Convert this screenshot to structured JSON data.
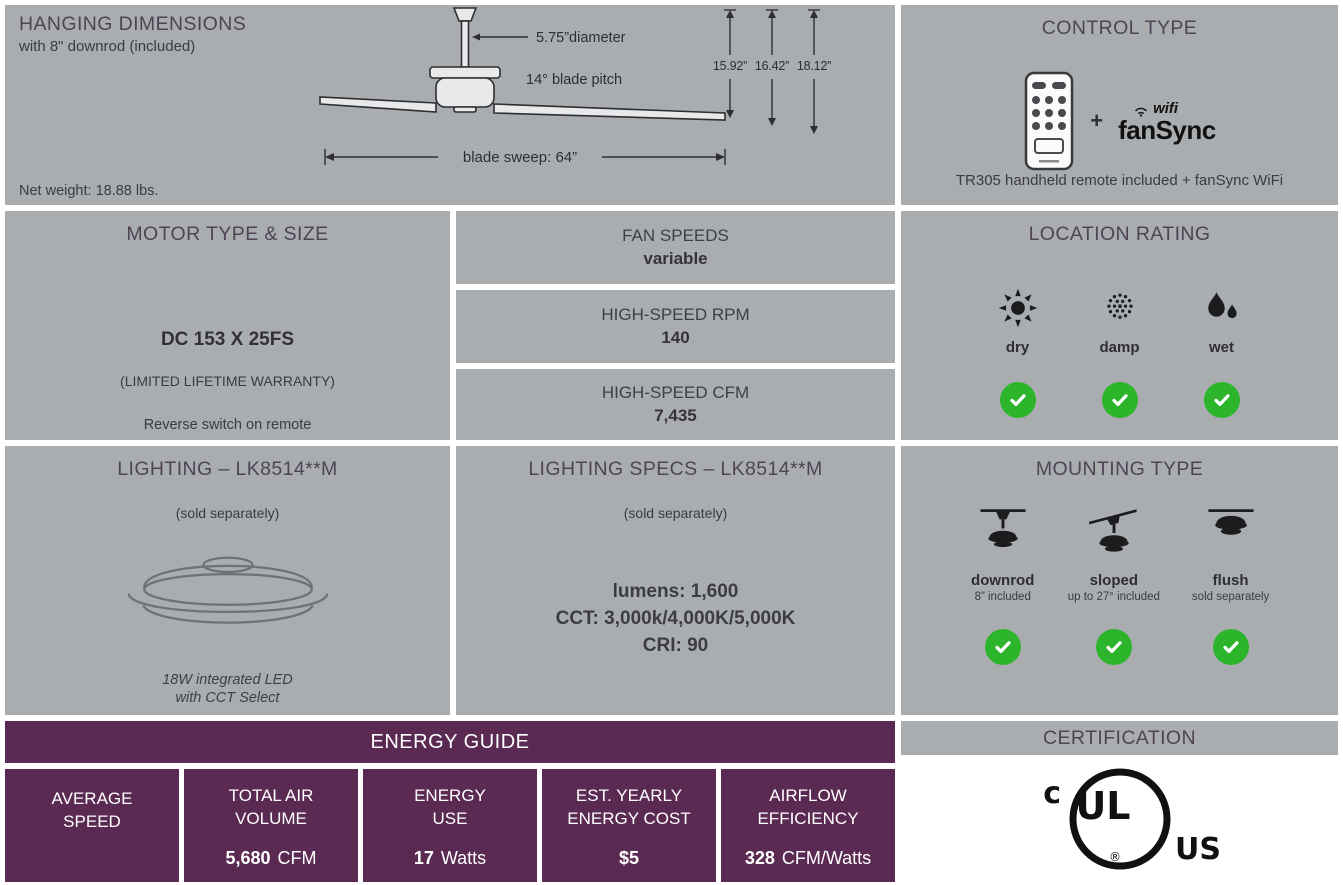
{
  "hanging": {
    "title": "HANGING DIMENSIONS",
    "subtitle": "with 8\" downrod (included)",
    "net_weight": "Net weight: 18.88 lbs.",
    "diagram": {
      "icon": "fan-dimension-diagram",
      "diameter_label": "5.75”diameter",
      "blade_pitch_label": "14° blade pitch",
      "height_labels": [
        "15.92”",
        "16.42”",
        "18.12”"
      ],
      "blade_sweep_label": "blade sweep: 64”"
    }
  },
  "control": {
    "title": "CONTROL TYPE",
    "remote_icon": "handheld-remote",
    "plus": "+",
    "fansync": {
      "wifi_word": "wifi",
      "name": "fanSync",
      "wifi_icon": "wifi-waves"
    },
    "caption": "TR305 handheld remote included + fanSync WiFi"
  },
  "motor": {
    "title": "MOTOR TYPE & SIZE",
    "model": "DC 153 X 25FS",
    "warranty": "(LIMITED LIFETIME WARRANTY)",
    "note": "Reverse switch on remote"
  },
  "fan_speeds": {
    "rows": [
      {
        "label": "FAN SPEEDS",
        "value": "variable"
      },
      {
        "label": "HIGH-SPEED RPM",
        "value": "140"
      },
      {
        "label": "HIGH-SPEED CFM",
        "value": "7,435"
      }
    ]
  },
  "location": {
    "title": "LOCATION RATING",
    "check_icon": "check-icon",
    "items": [
      {
        "label": "dry",
        "icon": "sun-icon"
      },
      {
        "label": "damp",
        "icon": "dotted-sun-icon"
      },
      {
        "label": "wet",
        "icon": "water-drops-icon"
      }
    ]
  },
  "lighting": {
    "title": "LIGHTING – LK8514**M",
    "subtitle": "(sold separately)",
    "fixture_icon": "led-light-fixture",
    "caption": [
      "18W integrated LED",
      "with CCT Select"
    ]
  },
  "lighting_specs": {
    "title": "LIGHTING SPECS – LK8514**M",
    "subtitle": "(sold separately)",
    "lines": [
      "lumens: 1,600",
      "CCT: 3,000k/4,000K/5,000K",
      "CRI: 90"
    ]
  },
  "mounting": {
    "title": "MOUNTING TYPE",
    "check_icon": "check-icon",
    "items": [
      {
        "label": "downrod",
        "sublabel": "8” included",
        "icon": "downrod-mount-icon"
      },
      {
        "label": "sloped",
        "sublabel": "up to 27° included",
        "icon": "sloped-mount-icon"
      },
      {
        "label": "flush",
        "sublabel": "sold separately",
        "icon": "flush-mount-icon"
      }
    ]
  },
  "energy": {
    "title": "ENERGY GUIDE",
    "columns": [
      {
        "line1": "AVERAGE",
        "line2": "SPEED",
        "value": "",
        "unit": ""
      },
      {
        "line1": "TOTAL AIR",
        "line2": "VOLUME",
        "value": "5,680",
        "unit": "CFM"
      },
      {
        "line1": "ENERGY",
        "line2": "USE",
        "value": "17",
        "unit": "Watts"
      },
      {
        "line1": "EST. YEARLY",
        "line2": "ENERGY COST",
        "value": "$5",
        "unit": ""
      },
      {
        "line1": "AIRFLOW",
        "line2": "EFFICIENCY",
        "value": "328",
        "unit": "CFM/Watts"
      }
    ]
  },
  "certification": {
    "title": "CERTIFICATION",
    "mark_icon": "cul-us-listed-mark",
    "mark_letters": {
      "c": "c",
      "ul": "UL",
      "us": "US",
      "r": "®"
    }
  },
  "colors": {
    "panel_gray": "#a9adb0",
    "plum": "#5a2a53",
    "title": "#4e4455",
    "check_green": "#2cb52b"
  }
}
